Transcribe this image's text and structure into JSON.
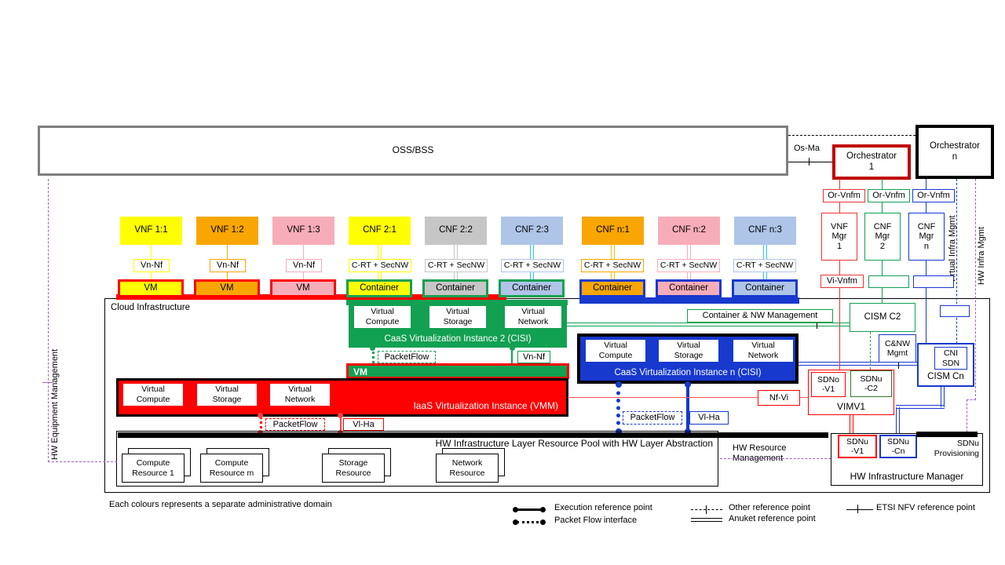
{
  "colors": {
    "yellow": "#FFFF00",
    "orange": "#F9A602",
    "pink": "#F7ADB9",
    "gray": "#C6C6C6",
    "periwinkle": "#AEC5E8",
    "red": "#FF0000",
    "dark_red": "#C00000",
    "green": "#12A052",
    "dark_green": "#2F7D2F",
    "blue": "#1739CE",
    "cyan": "#29C4F2",
    "amber": "#FFC000",
    "purple": "#A05FC5",
    "frame_gray": "#7F7F7F"
  },
  "top": {
    "oss_bss": "OSS/BSS",
    "os_ma": "Os-Ma",
    "orchestrator_1": "Orchestrator\n1",
    "orchestrator_n": "Orchestrator\nn"
  },
  "nf_boxes": [
    {
      "label": "VNF 1:1"
    },
    {
      "label": "VNF 1:2"
    },
    {
      "label": "VNF 1:3"
    },
    {
      "label": "CNF 2:1"
    },
    {
      "label": "CNF 2:2"
    },
    {
      "label": "CNF 2:3"
    },
    {
      "label": "CNF n:1"
    },
    {
      "label": "CNF n:2"
    },
    {
      "label": "CNF n:3"
    }
  ],
  "if_row": [
    {
      "label": "Vn-Nf"
    },
    {
      "label": "Vn-Nf"
    },
    {
      "label": "Vn-Nf"
    },
    {
      "label": "C-RT + SecNW"
    },
    {
      "label": "C-RT + SecNW"
    },
    {
      "label": "C-RT + SecNW"
    },
    {
      "label": "C-RT + SecNW"
    },
    {
      "label": "C-RT + SecNW"
    },
    {
      "label": "C-RT + SecNW"
    }
  ],
  "vm_row": [
    {
      "label": "VM"
    },
    {
      "label": "VM"
    },
    {
      "label": "VM"
    },
    {
      "label": "Container"
    },
    {
      "label": "Container"
    },
    {
      "label": "Container"
    },
    {
      "label": "Container"
    },
    {
      "label": "Container"
    },
    {
      "label": "Container"
    }
  ],
  "cloud": {
    "label": "Cloud Infrastructure",
    "caas2": {
      "compute": "Virtual\nCompute",
      "storage": "Virtual\nStorage",
      "network": "Virtual\nNetwork",
      "label": "CaaS Virtualization Instance 2 (CISI)",
      "packetflow": "PacketFlow",
      "vn_nf": "Vn-Nf"
    },
    "vm_bar": "VM",
    "iaas": {
      "compute": "Virtual\nCompute",
      "storage": "Virtual\nStorage",
      "network": "Virtual\nNetwork",
      "label": "IaaS Virtualization Instance (VMM)",
      "packetflow": "PacketFlow",
      "vl_ha": "Vl-Ha"
    },
    "caasn": {
      "compute": "Virtual\nCompute",
      "storage": "Virtual\nStorage",
      "network": "Virtual\nNetwork",
      "label": "CaaS Virtualization Instance n (CISI)",
      "packetflow": "PacketFlow",
      "vl_ha": "Vl-Ha"
    },
    "cnw_line_label": "Container & NW  Management",
    "hw_pool": {
      "label": "HW Infrastructure Layer Resource Pool with HW Layer Abstraction",
      "resources": [
        "Compute\nResource 1",
        "Compute\nResource m",
        "Storage\nResource",
        "Network\nResource"
      ]
    }
  },
  "right": {
    "or_vnfm": [
      {
        "label": "Or-Vnfm"
      },
      {
        "label": "Or-Vnfm"
      },
      {
        "label": "Or-Vnfm"
      }
    ],
    "managers": [
      {
        "label": "VNF\nMgr\n1"
      },
      {
        "label": "CNF\nMgr\n2"
      },
      {
        "label": "CNF\nMgr\nn"
      }
    ],
    "vi_vnfm": "Vi-Vnfm",
    "cism_c2": "CISM C2",
    "cnw_mgmt": "C&NW\nMgmt",
    "cni_sdn": "CNI\nSDN",
    "cism_cn": "CISM Cn",
    "sdno_v1": "SDNo\n-V1",
    "sdnu_c2": "SDNu\n-C2",
    "vim_v1": "VIMV1",
    "nf_vi": "Nf-Vi",
    "sdnu_v1": "SDNu\n-V1",
    "sdnu_cn": "SDNu\n-Cn",
    "sdnu_prov": "SDNu\nProvisioning",
    "hw_infra_mgr": "HW Infrastructure Manager",
    "hw_resource_mgmt": "HW Resource\nManagement"
  },
  "side_labels": {
    "hw_equipment": "HW Equipment Management",
    "virtual_infra": "Virtual Infra Mgmt",
    "hw_infra": "HW Infra Mgmt"
  },
  "legend": {
    "note": "Each colours represents a separate administrative domain",
    "execution": "Execution reference  point",
    "packet_flow": "Packet Flow interface",
    "other": "Other reference point",
    "anuket": "Anuket reference point",
    "etsi": "ETSI NFV reference point"
  }
}
